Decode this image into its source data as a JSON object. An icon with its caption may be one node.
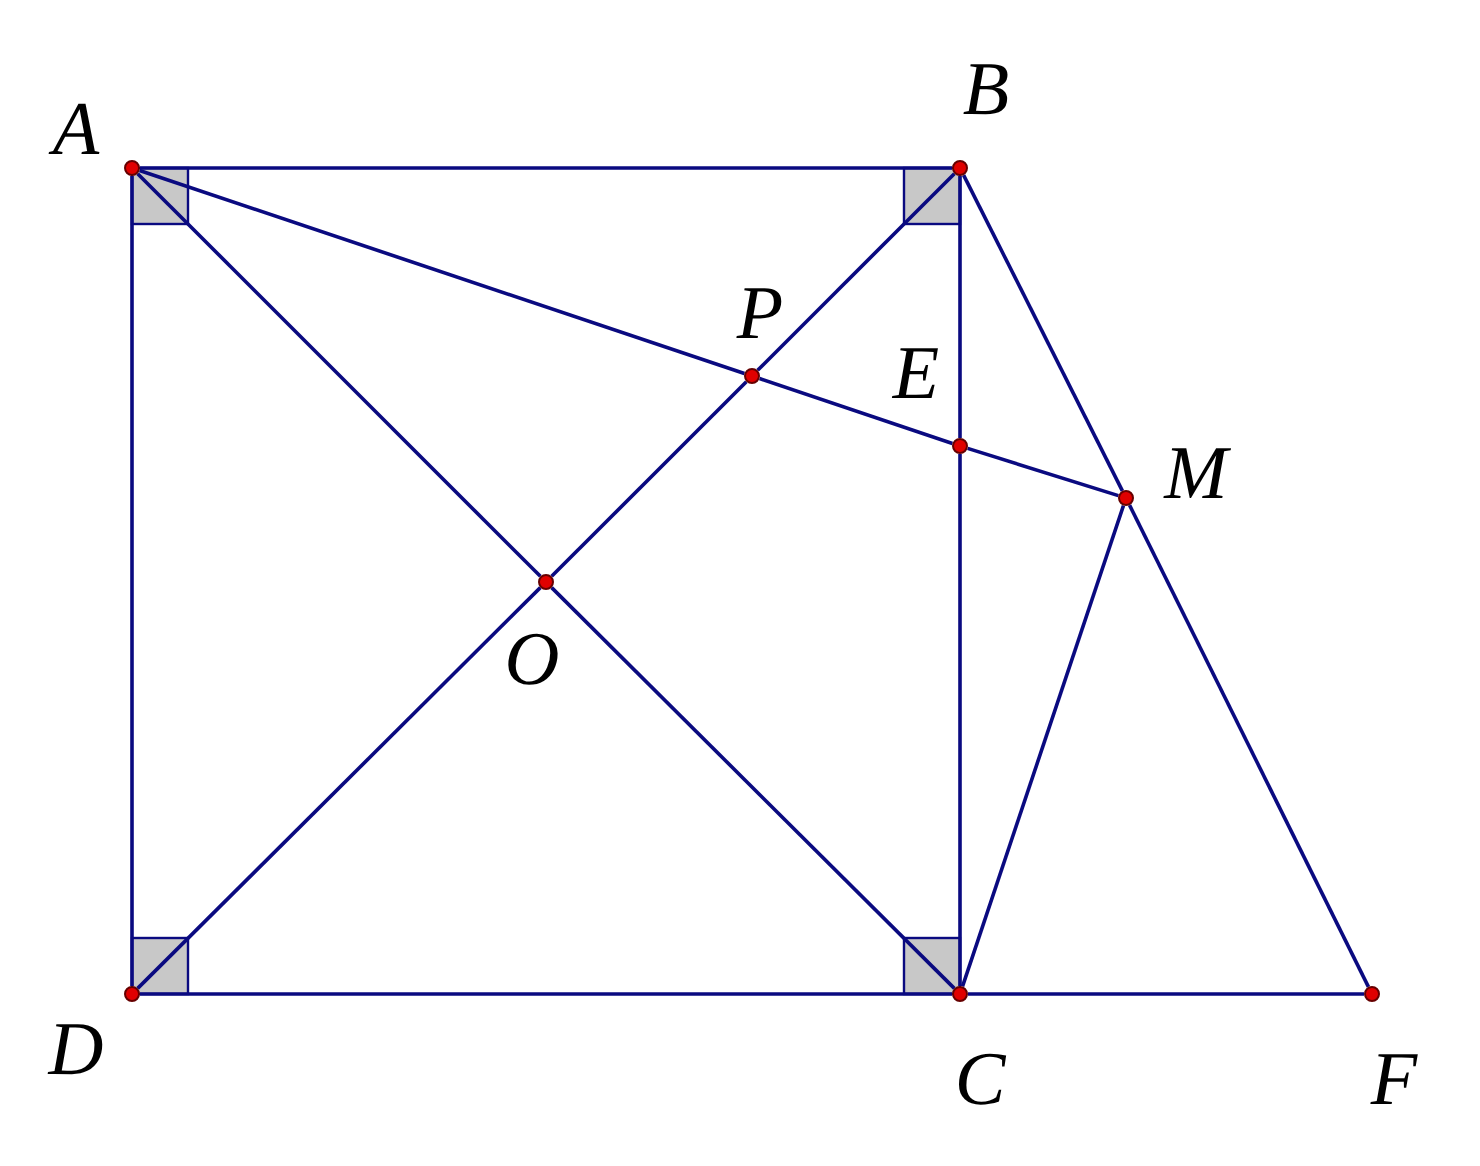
{
  "diagram": {
    "nodes": [
      {
        "text": [
          "A"
        ]
      },
      {
        "text": [
          "B"
        ]
      },
      {
        "text": [
          "C"
        ]
      },
      {
        "text": [
          "D"
        ]
      },
      {
        "text": [
          "O"
        ]
      },
      {
        "text": [
          "P"
        ]
      },
      {
        "text": [
          "E"
        ]
      },
      {
        "text": [
          "M"
        ]
      },
      {
        "text": [
          "F"
        ]
      }
    ],
    "edges": [
      {
        "from": 0,
        "to": 1,
        "arrow": "none"
      },
      {
        "from": 1,
        "to": 6,
        "arrow": "none"
      },
      {
        "from": 6,
        "to": 2,
        "arrow": "none"
      },
      {
        "from": 2,
        "to": 3,
        "arrow": "none"
      },
      {
        "from": 3,
        "to": 0,
        "arrow": "none"
      },
      {
        "from": 0,
        "to": 4,
        "arrow": "none"
      },
      {
        "from": 4,
        "to": 2,
        "arrow": "none"
      },
      {
        "from": 3,
        "to": 4,
        "arrow": "none"
      },
      {
        "from": 4,
        "to": 5,
        "arrow": "none"
      },
      {
        "from": 5,
        "to": 1,
        "arrow": "none"
      },
      {
        "from": 0,
        "to": 5,
        "arrow": "none"
      },
      {
        "from": 5,
        "to": 6,
        "arrow": "none"
      },
      {
        "from": 6,
        "to": 7,
        "arrow": "none"
      },
      {
        "from": 1,
        "to": 7,
        "arrow": "none"
      },
      {
        "from": 7,
        "to": 8,
        "arrow": "none"
      },
      {
        "from": 2,
        "to": 8,
        "arrow": "none"
      },
      {
        "from": 2,
        "to": 7,
        "arrow": "none"
      }
    ]
  }
}
